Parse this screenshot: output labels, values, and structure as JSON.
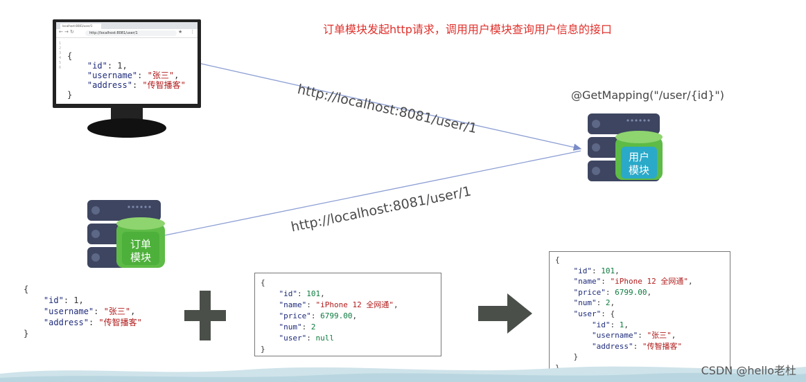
{
  "title": "订单模块发起http请求，调用用户模块查询用户信息的接口",
  "url_top": "http://localhost:8081/user/1",
  "url_bottom": "http://localhost:8081/user/1",
  "mapping": "@GetMapping(\"/user/{id}\")",
  "user_module_label": [
    "用户",
    "模块"
  ],
  "order_module_label": [
    "订单",
    "模块"
  ],
  "browser": {
    "tab": "localhost:8081/user/1",
    "address": "http://localhost:8081/user/1",
    "json": {
      "id": "1",
      "username": "\"张三\"",
      "address": "\"传智播客\""
    }
  },
  "left_json": {
    "id": "1",
    "username": "\"张三\"",
    "address": "\"传智播客\""
  },
  "order_json": {
    "id": "101",
    "name": "\"iPhone 12 全网通\"",
    "price": "6799.00",
    "num": "2",
    "user": "null"
  },
  "result_json": {
    "id": "101",
    "name": "\"iPhone 12 全网通\"",
    "price": "6799.00",
    "num": "2",
    "user": {
      "id": "1",
      "username": "\"张三\"",
      "address": "\"传智播客\""
    }
  },
  "watermark": "CSDN @hello老杜",
  "colors": {
    "title": "#e0302b",
    "server": "#3d4560",
    "module_green": "#63c24a",
    "module_teal": "#2aa9c9"
  }
}
